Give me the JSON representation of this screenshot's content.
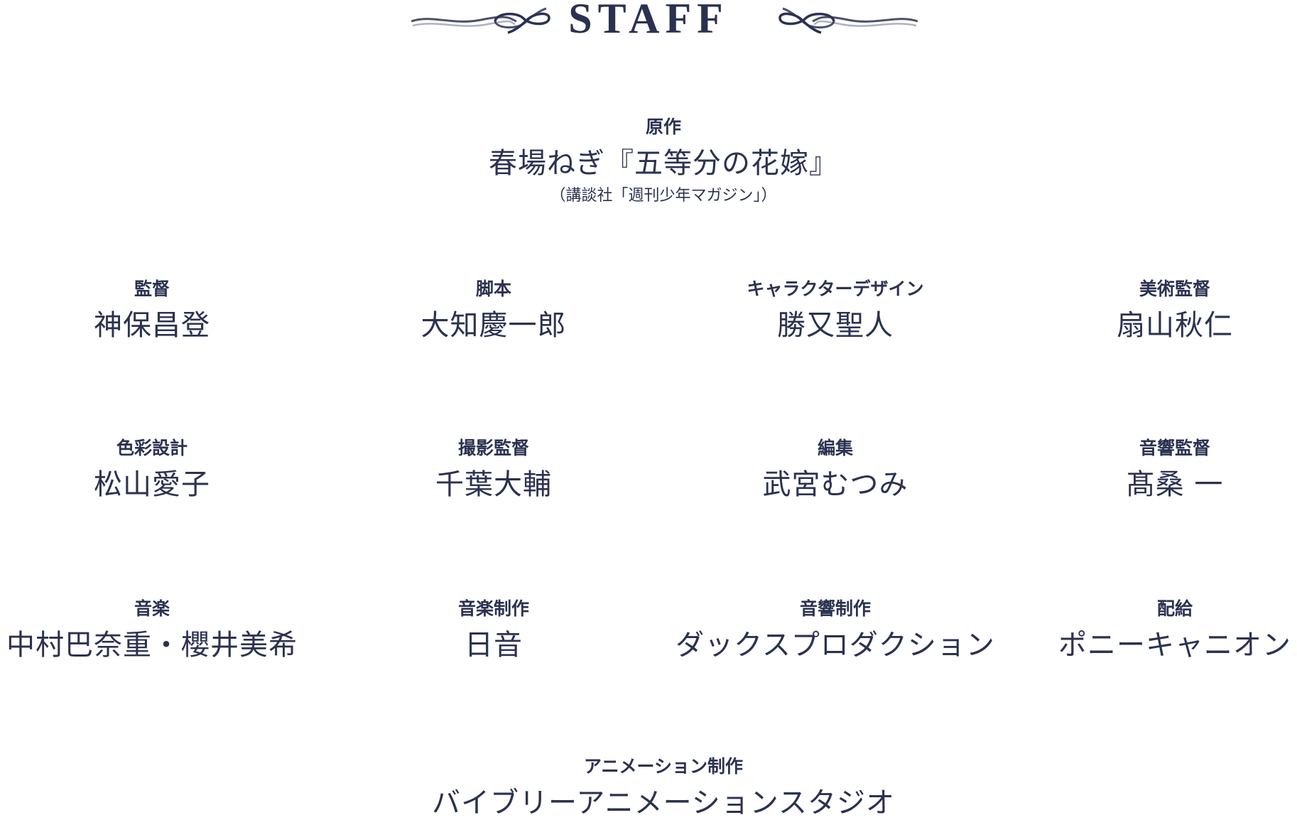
{
  "header": {
    "title": "STAFF",
    "ornament_left": "flourish-ornament",
    "ornament_right": "flourish-ornament"
  },
  "original": {
    "role": "原作",
    "name": "春場ねぎ『五等分の花嫁』",
    "publisher": "（講談社「週刊少年マガジン」）"
  },
  "rows": [
    [
      {
        "role": "監督",
        "name": "神保昌登"
      },
      {
        "role": "脚本",
        "name": "大知慶一郎"
      },
      {
        "role": "キャラクターデザイン",
        "name": "勝又聖人"
      },
      {
        "role": "美術監督",
        "name": "扇山秋仁"
      }
    ],
    [
      {
        "role": "色彩設計",
        "name": "松山愛子"
      },
      {
        "role": "撮影監督",
        "name": "千葉大輔"
      },
      {
        "role": "編集",
        "name": "武宮むつみ"
      },
      {
        "role": "音響監督",
        "name": "髙桑 一"
      }
    ],
    [
      {
        "role": "音楽",
        "name": "中村巴奈重・櫻井美希"
      },
      {
        "role": "音楽制作",
        "name": "日音"
      },
      {
        "role": "音響制作",
        "name": "ダックスプロダクション"
      },
      {
        "role": "配給",
        "name": "ポニーキャニオン"
      }
    ]
  ],
  "animation": {
    "role": "アニメーション制作",
    "name": "バイブリーアニメーションスタジオ"
  },
  "colors": {
    "text": "#2b3250",
    "background": "#ffffff"
  }
}
